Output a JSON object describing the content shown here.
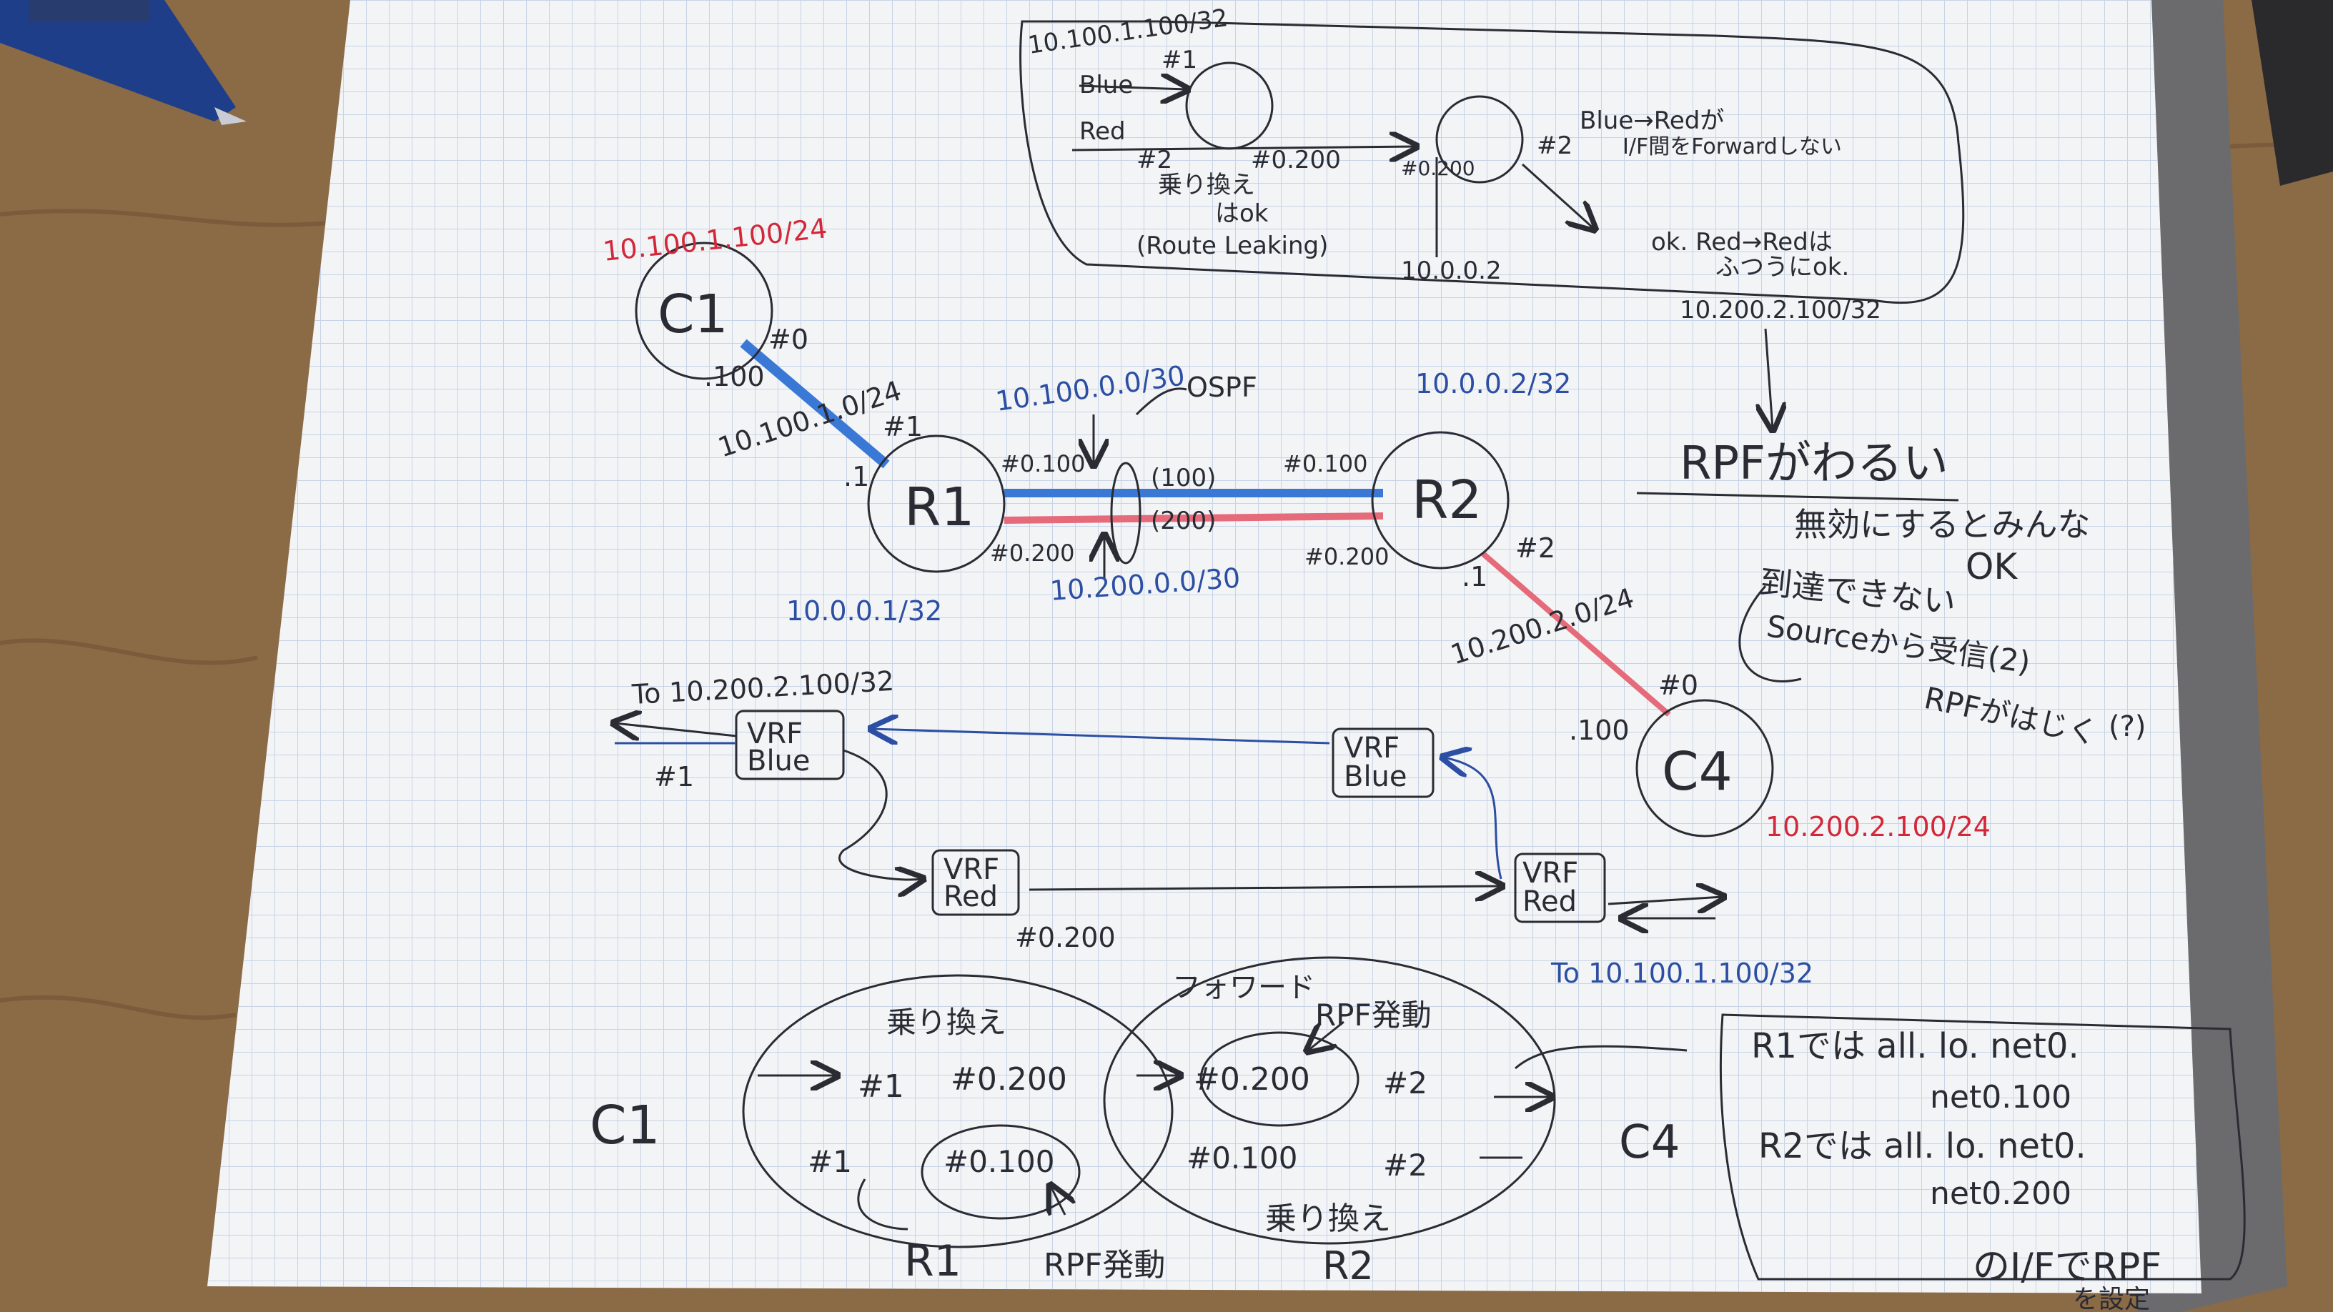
{
  "colors": {
    "wood": "#8b6a46",
    "paper": "#f3f4f6",
    "grid": "#c7d3e6",
    "ink_black": "#2b2b33",
    "ink_blue": "#2c4fa3",
    "ink_red": "#d2283a",
    "link_blue": "#3a78d6",
    "link_red": "#e56b7a",
    "pen_body": "#1f3e8a"
  },
  "nodes": {
    "c1": "C1",
    "r1": "R1",
    "r2": "R2",
    "c4": "C4"
  },
  "addresses": {
    "c1_host": "10.100.1.100/24",
    "c1_lan": "10.100.1.0/24",
    "c1_if": ".100",
    "c1_port": "#0",
    "r1_port1": "#1",
    "r1_lan_if": ".1",
    "link_blue_net": "10.100.0.0/30",
    "link_red_net": "10.200.0.0/30",
    "ospf": "OSPF",
    "r1_sub100": "#0.100",
    "r1_sub200": "#0.200",
    "r2_sub100": "#0.100",
    "r2_sub200": "#0.200",
    "vlan100": "(100)",
    "vlan200": "(200)",
    "r1_lo": "10.0.0.1/32",
    "r2_lo": "10.0.0.2/32",
    "r2_port2": "#2",
    "r2_lan_if": ".1",
    "c4_lan": "10.200.2.0/24",
    "c4_if": ".100",
    "c4_port": "#0",
    "c4_host": "10.200.2.100/24"
  },
  "top_box": {
    "host": "10.100.1.100/32",
    "blue": "Blue",
    "red": "Red",
    "p1": "#1",
    "p2": "#2",
    "sub200": "#0.200",
    "sub200b": "#0.200",
    "swap": "乗り換え",
    "ok": "はok",
    "leak": "(Route Leaking)",
    "r2_lo": "10.0.0.2",
    "note1": "Blue→Redが",
    "note2": "I/F間をForwardしない",
    "note3": "ok. Red→Redは",
    "note4": "ふつうにok.",
    "dest": "10.200.2.100/32",
    "r2p2": "#2"
  },
  "rpf": {
    "title": "RPFがわるい",
    "line1": "無効にするとみんな",
    "line2": "OK",
    "line3": "到達できない",
    "line4": "Sourceから受信(2)",
    "line5": "(?)",
    "line6": "RPFがはじく"
  },
  "vrf": {
    "to_top": "To 10.200.2.100/32",
    "r1_blue1": "VRF",
    "r1_blue2": "Blue",
    "r1_red1": "VRF",
    "r1_red2": "Red",
    "r2_blue1": "VRF",
    "r2_blue2": "Blue",
    "r2_red1": "VRF",
    "r2_red2": "Red",
    "p1": "#1",
    "sub200": "#0.200",
    "to_bottom": "To 10.100.1.100/32"
  },
  "bottom": {
    "c1": "C1",
    "c4": "C4",
    "swap_left": "乗り換え",
    "p1": "#1",
    "sub200": "#0.200",
    "sub100": "#0.100",
    "p1b": "#1",
    "r1": "R1",
    "rpf_left": "RPF発動",
    "scribble": "フォワード",
    "rpf_right": "RPF発動",
    "sub200r": "#0.200",
    "p2": "#2",
    "sub100r": "#0.100",
    "p2b": "#2",
    "swap_right": "乗り換え",
    "r2": "R2"
  },
  "summary": {
    "line1": "R1では all. lo. net0.",
    "line2": "net0.100",
    "line3": "R2では all. lo. net0.",
    "line4": "net0.200",
    "line5": "のI/FでRPF",
    "line6": "を設定"
  }
}
